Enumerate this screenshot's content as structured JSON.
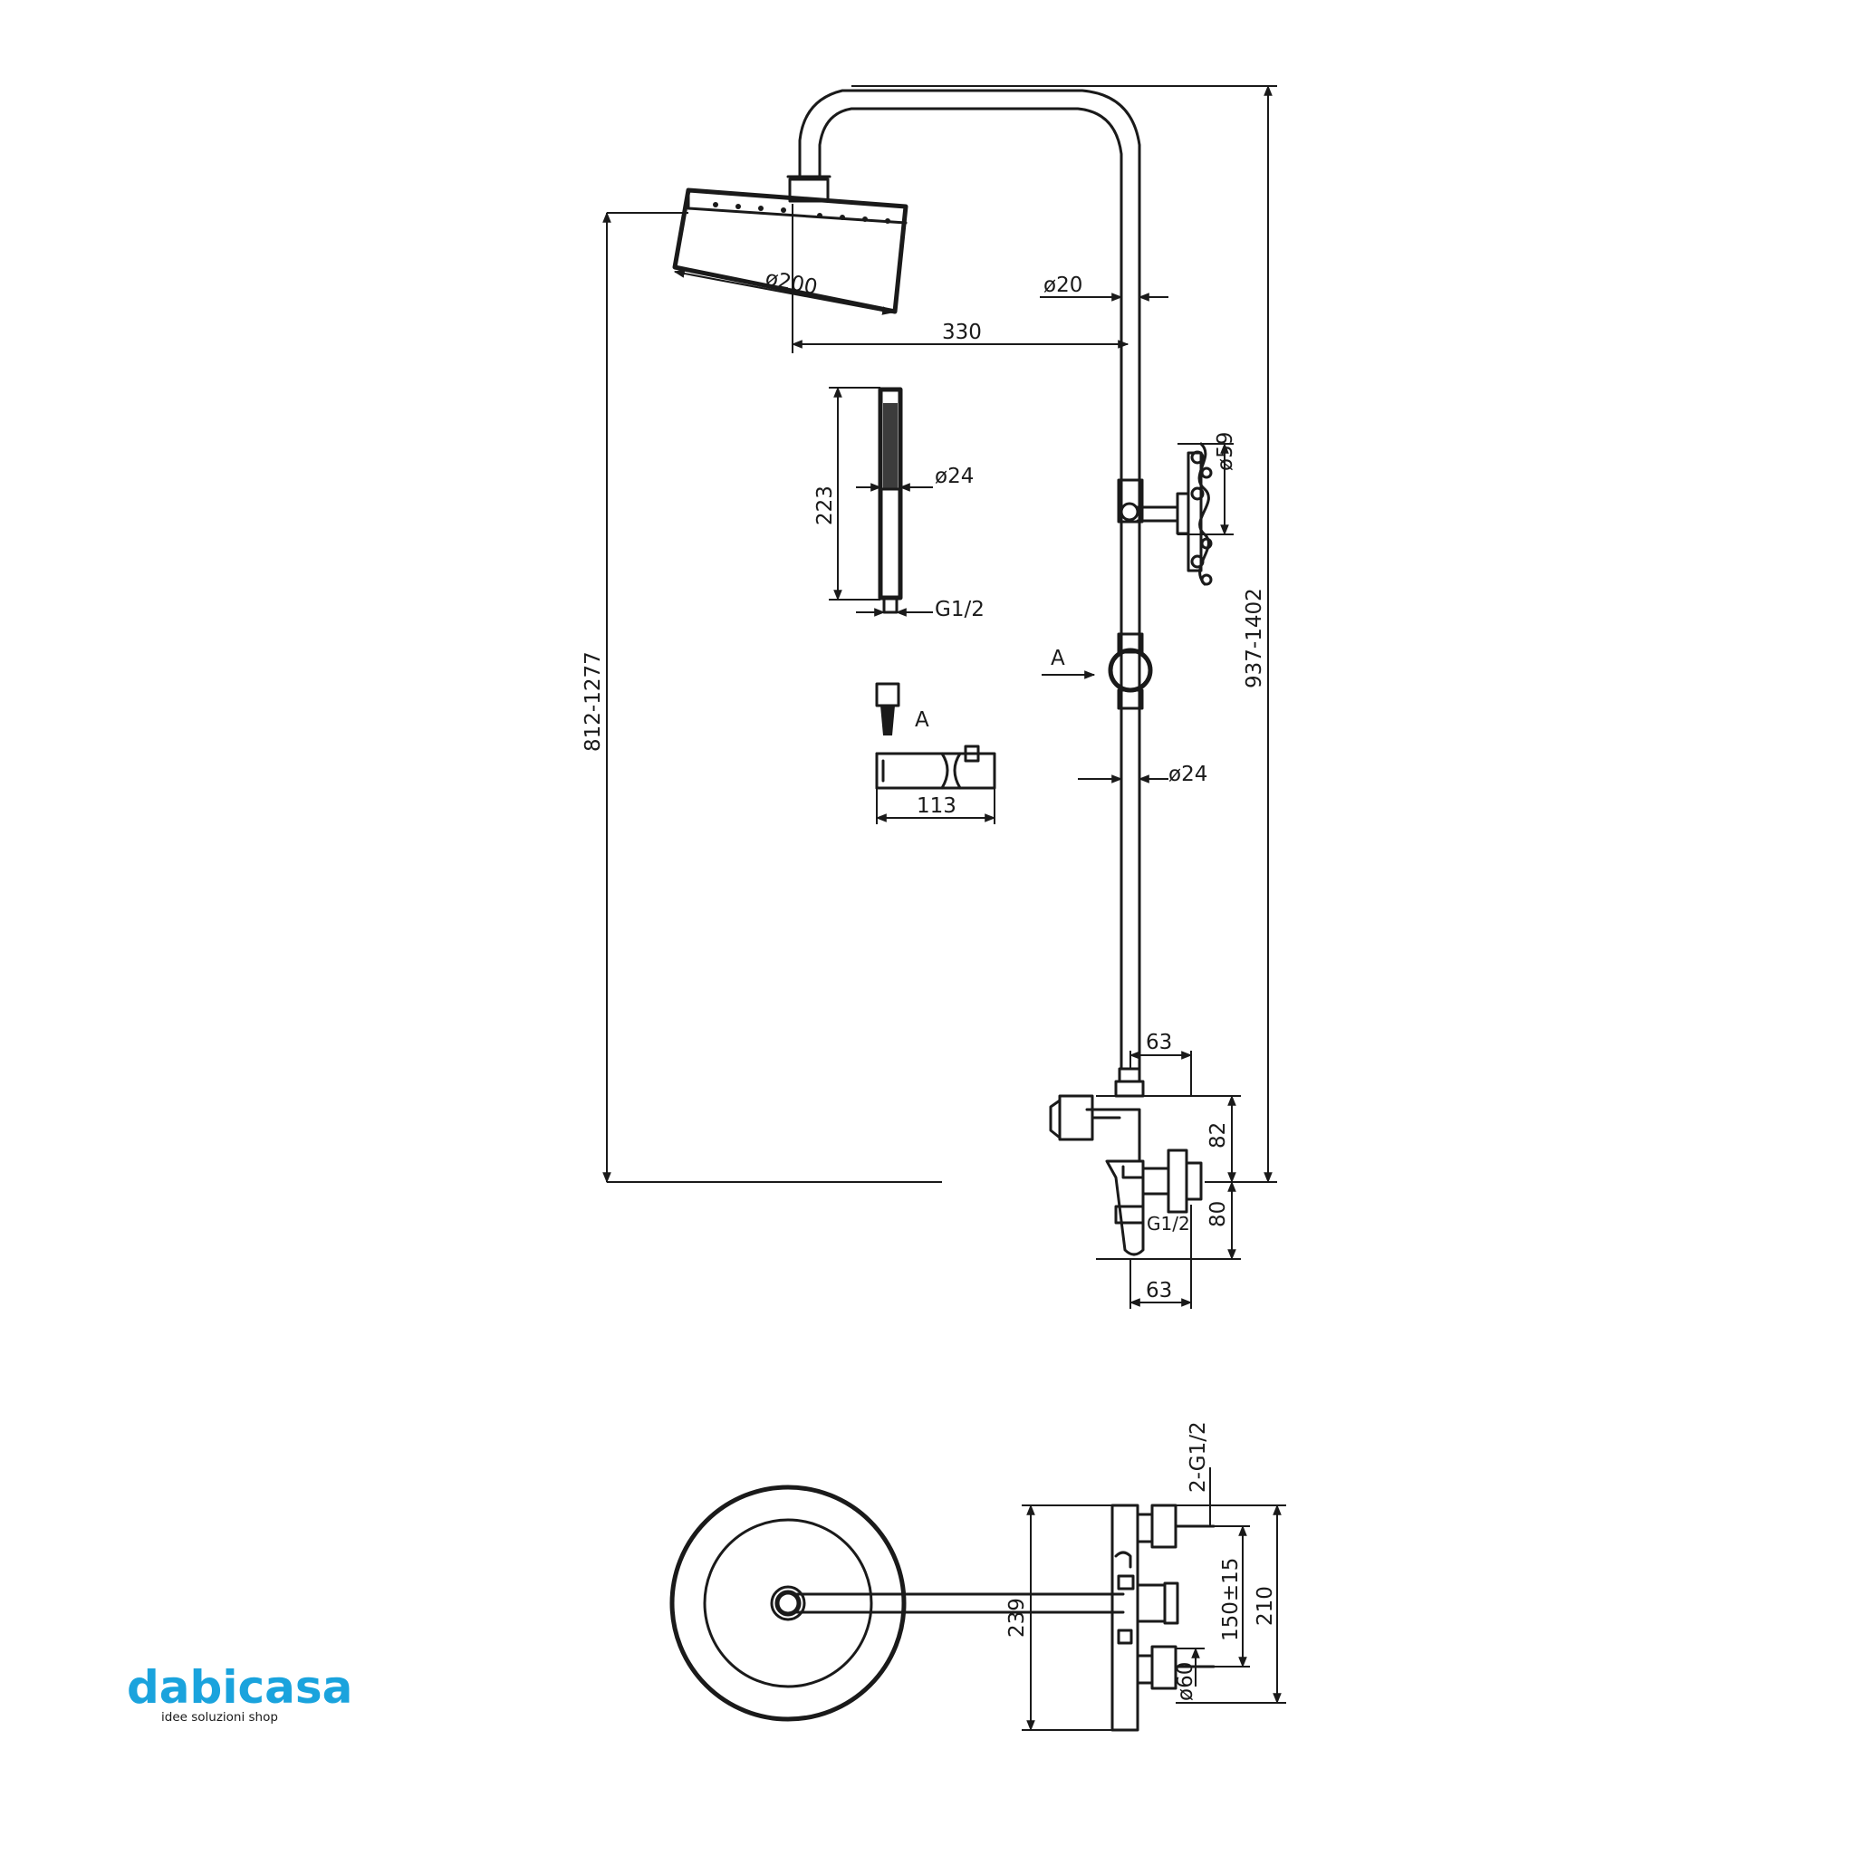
{
  "dimensions": {
    "rain_head_diameter": "ø200",
    "pipe_diameter_top": "ø20",
    "arm_length": "330",
    "wall_bracket_diameter": "ø59",
    "hand_shower_diameter": "ø24",
    "hand_shower_length": "223",
    "hand_shower_thread": "G1/2",
    "overall_height_range": "937-1402",
    "head_to_valve_range": "812-1277",
    "slider_marker": "A",
    "detail_marker": "A",
    "slider_length": "113",
    "rail_diameter": "ø24",
    "diverter_depth_top": "63",
    "diverter_height": "82",
    "mixer_height": "80",
    "mixer_thread": "G1/2",
    "mixer_depth_bottom": "63",
    "plan_depth": "239",
    "plan_inlets": "2-G1/2",
    "plan_centres": "150±15",
    "plan_width": "210",
    "plan_escutcheon": "ø60"
  },
  "logo": {
    "brand": "dabicasa",
    "tagline": "idee   soluzioni shop",
    "color": "#1aa3dd"
  }
}
